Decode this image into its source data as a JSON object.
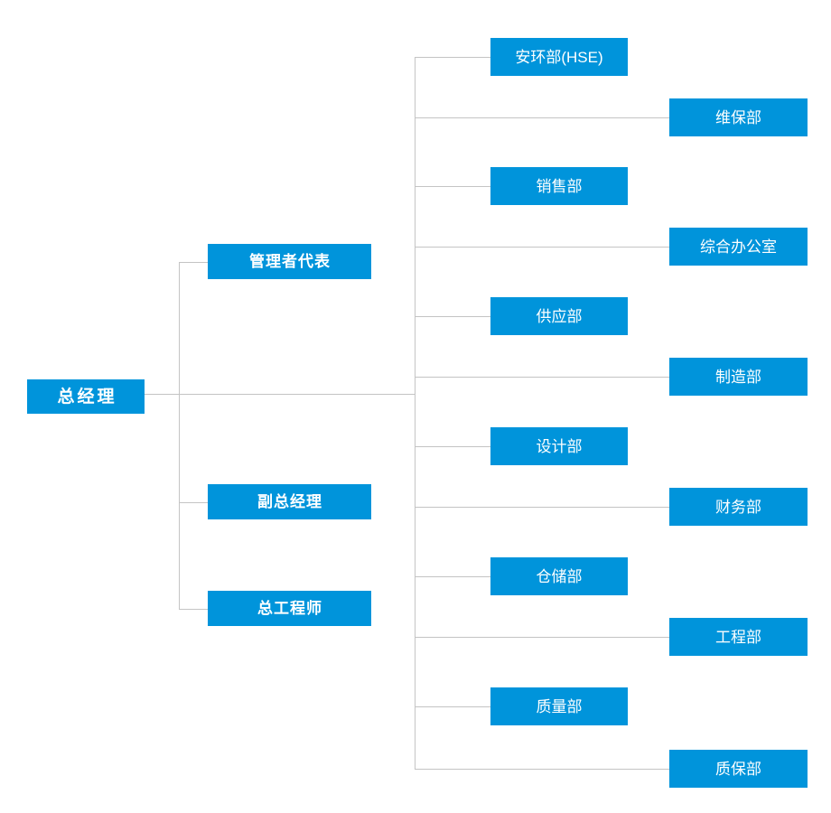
{
  "chart_data": {
    "type": "diagram",
    "title": "",
    "diagram_kind": "organization-chart",
    "orientation": "left-to-right",
    "accent_color": "#0094db",
    "line_color": "#c4c4c4",
    "text_color": "#ffffff",
    "background": "#ffffff",
    "root": {
      "label": "总经理"
    },
    "level2": [
      {
        "label": "管理者代表"
      },
      {
        "label": "副总经理"
      },
      {
        "label": "总工程师"
      }
    ],
    "departments": [
      {
        "label": "安环部(HSE)",
        "column": "near"
      },
      {
        "label": "维保部",
        "column": "far"
      },
      {
        "label": "销售部",
        "column": "near"
      },
      {
        "label": "综合办公室",
        "column": "far"
      },
      {
        "label": "供应部",
        "column": "near"
      },
      {
        "label": "制造部",
        "column": "far"
      },
      {
        "label": "设计部",
        "column": "near"
      },
      {
        "label": "财务部",
        "column": "far"
      },
      {
        "label": "仓储部",
        "column": "near"
      },
      {
        "label": "工程部",
        "column": "far"
      },
      {
        "label": "质量部",
        "column": "near"
      },
      {
        "label": "质保部",
        "column": "far"
      }
    ],
    "department_count": 12,
    "level2_count": 3
  }
}
